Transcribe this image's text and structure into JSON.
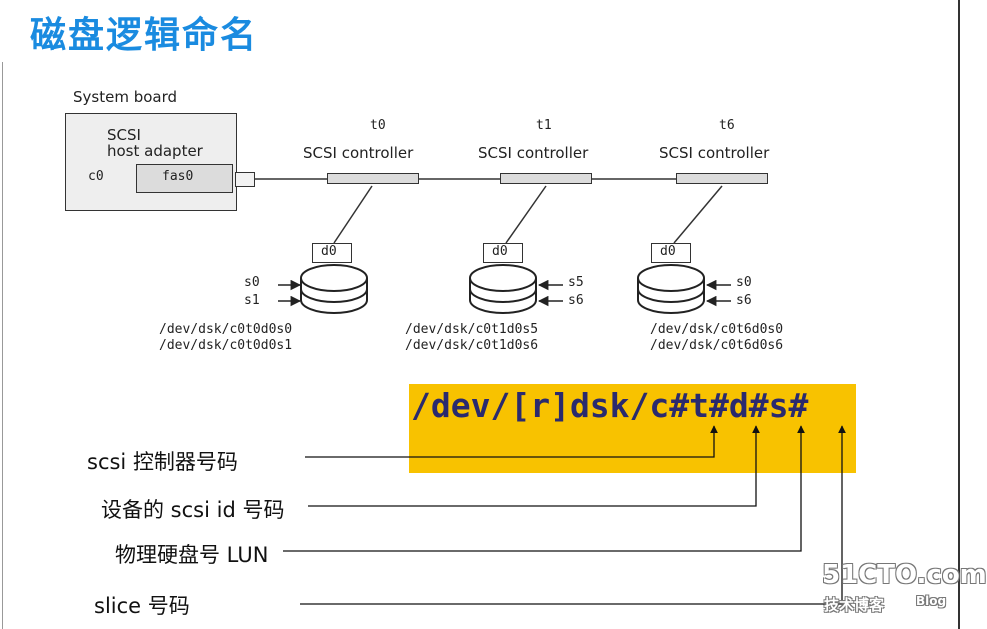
{
  "title": "磁盘逻辑命名",
  "diagram": {
    "system_board_label": "System board",
    "adapter_line1": "SCSI",
    "adapter_line2": "host adapter",
    "controller_id": "c0",
    "adapter_name": "fas0",
    "controllers": [
      {
        "target": "t0",
        "label": "SCSI controller",
        "disk": "d0",
        "slice_a": "s0",
        "slice_b": "s1",
        "path_a": "/dev/dsk/c0t0d0s0",
        "path_b": "/dev/dsk/c0t0d0s1"
      },
      {
        "target": "t1",
        "label": "SCSI controller",
        "disk": "d0",
        "slice_a": "s5",
        "slice_b": "s6",
        "path_a": "/dev/dsk/c0t1d0s5",
        "path_b": "/dev/dsk/c0t1d0s6"
      },
      {
        "target": "t6",
        "label": "SCSI controller",
        "disk": "d0",
        "slice_a": "s0",
        "slice_b": "s6",
        "path_a": "/dev/dsk/c0t6d0s0",
        "path_b": "/dev/dsk/c0t6d0s6"
      }
    ]
  },
  "naming_pattern": "/dev/[r]dsk/c#t#d#s#",
  "legend": [
    {
      "label": "scsi 控制器号码"
    },
    {
      "label": "设备的 scsi id 号码"
    },
    {
      "label": "物理硬盘号 LUN"
    },
    {
      "label": "slice 号码"
    }
  ],
  "watermark": {
    "site": "51CTO.com",
    "sub": "技术博客",
    "blog": "Blog"
  },
  "colors": {
    "title": "#1a8be0",
    "pattern_background": "#f8c200",
    "pattern_text": "#2a2a6e"
  }
}
